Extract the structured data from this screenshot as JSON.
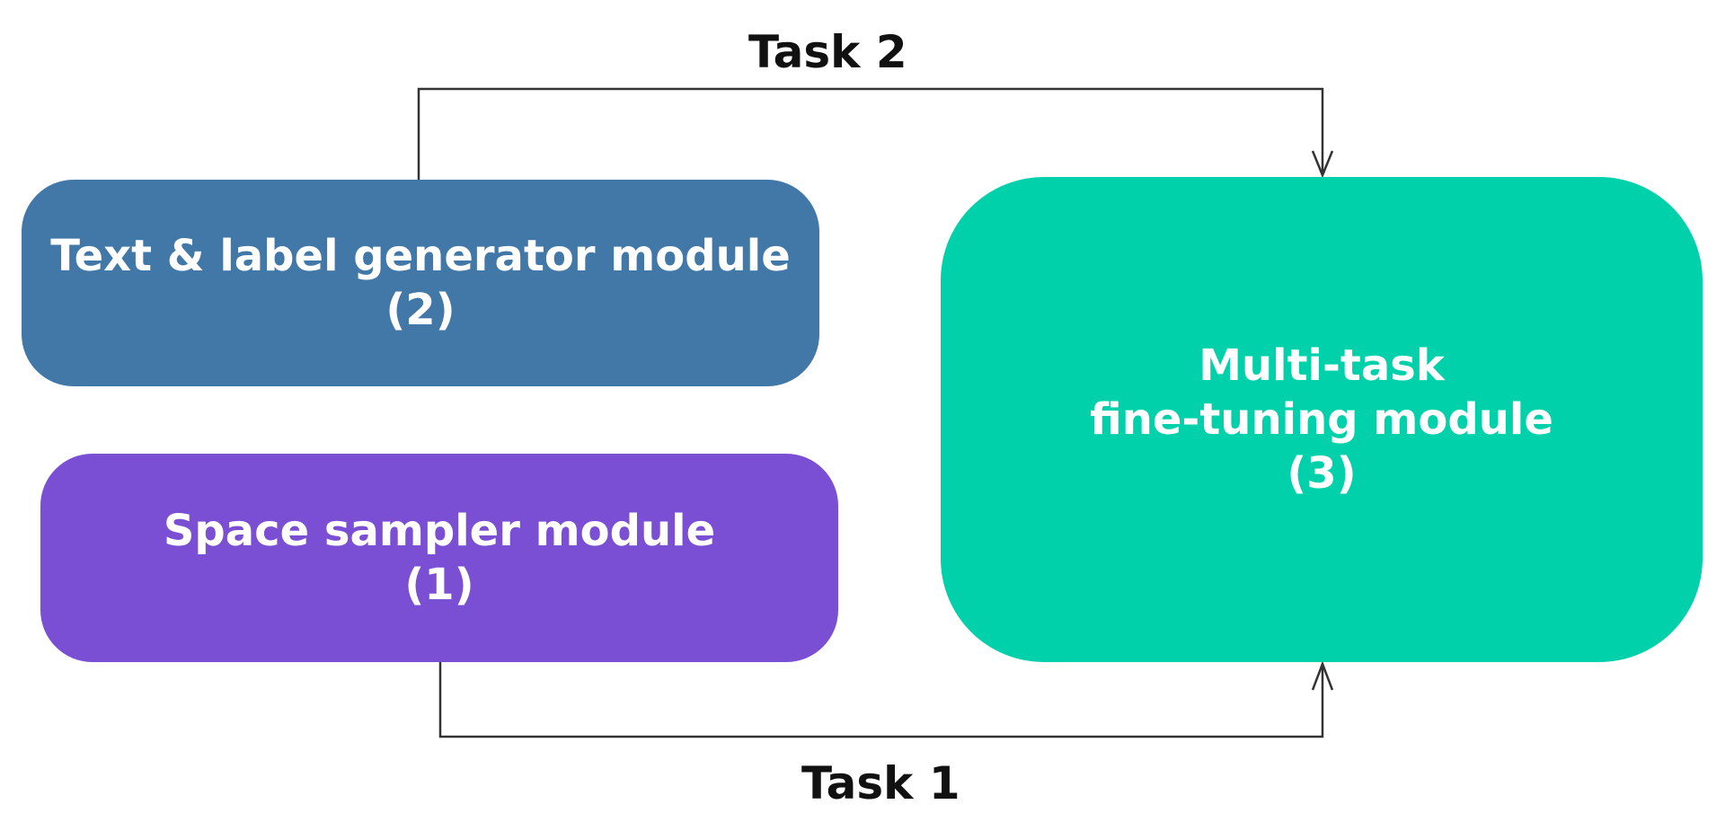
{
  "modules": {
    "text_label_generator": {
      "line1": "Text & label generator module",
      "line2": "(2)",
      "color": "#4178a8"
    },
    "space_sampler": {
      "line1": "Space sampler module",
      "line2": "(1)",
      "color": "#7a4fd3"
    },
    "multitask_finetuning": {
      "line1": "Multi-task",
      "line2": "fine-tuning module",
      "line3": "(3)",
      "color": "#00d1aa"
    }
  },
  "connections": {
    "task2": {
      "label": "Task 2",
      "from": "text_label_generator",
      "to": "multitask_finetuning"
    },
    "task1": {
      "label": "Task 1",
      "from": "space_sampler",
      "to": "multitask_finetuning"
    }
  },
  "colors": {
    "arrow": "#333333",
    "label_text": "#111111"
  }
}
